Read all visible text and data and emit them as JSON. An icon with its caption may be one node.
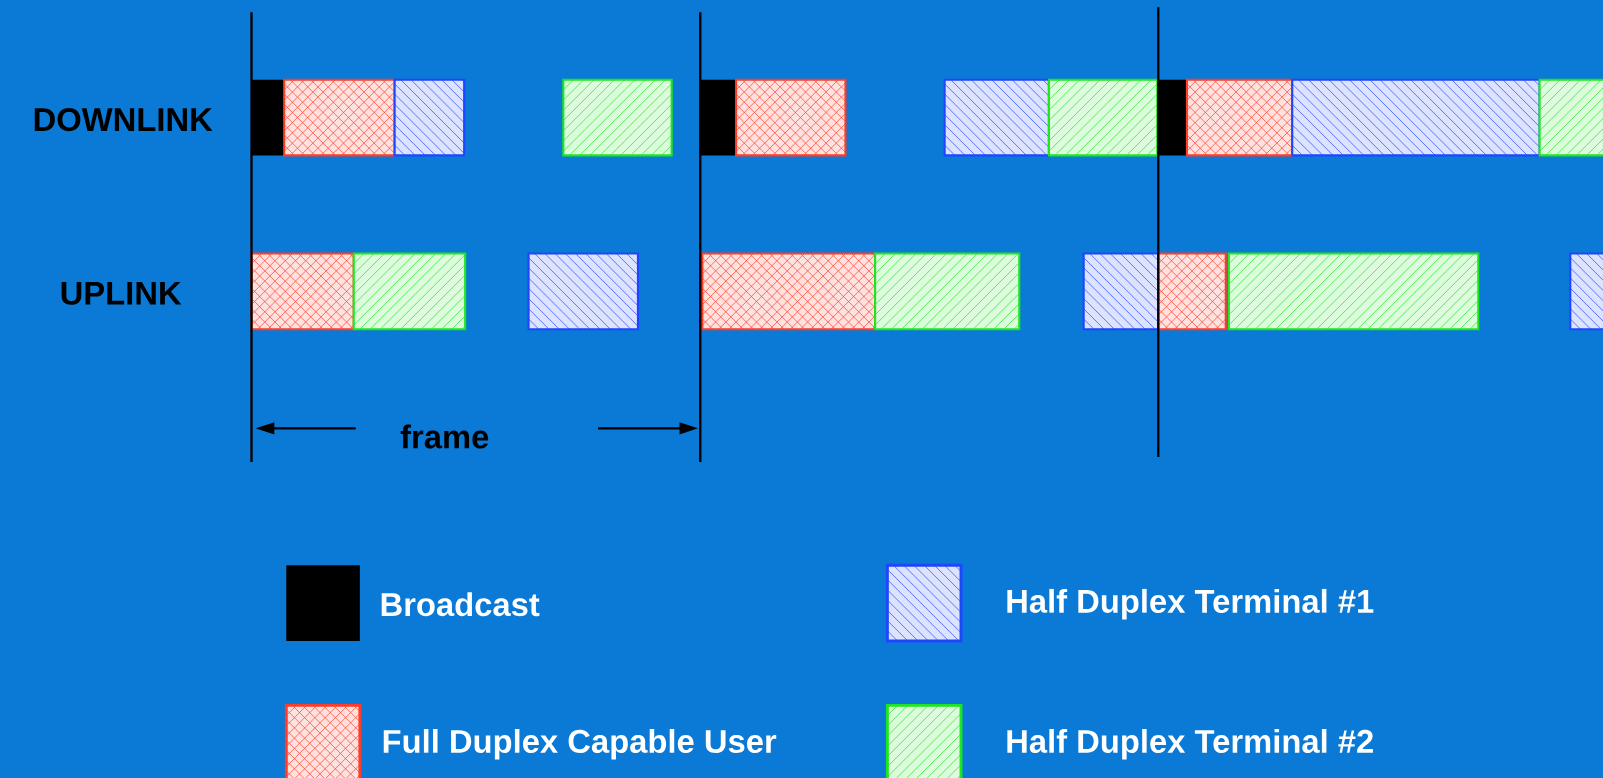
{
  "diagram": {
    "labels": [
      "DOWNLINK",
      "UPLINK",
      "frame"
    ],
    "legend": [
      {
        "text": "Broadcast",
        "color": "#000000"
      },
      {
        "text": "Half Duplex Terminal #1",
        "color": "#1e46ff"
      },
      {
        "text": "Full Duplex Capable User",
        "color": "#ff3c28"
      },
      {
        "text": "Half Duplex Terminal #2",
        "color": "#1ee61e"
      }
    ]
  }
}
